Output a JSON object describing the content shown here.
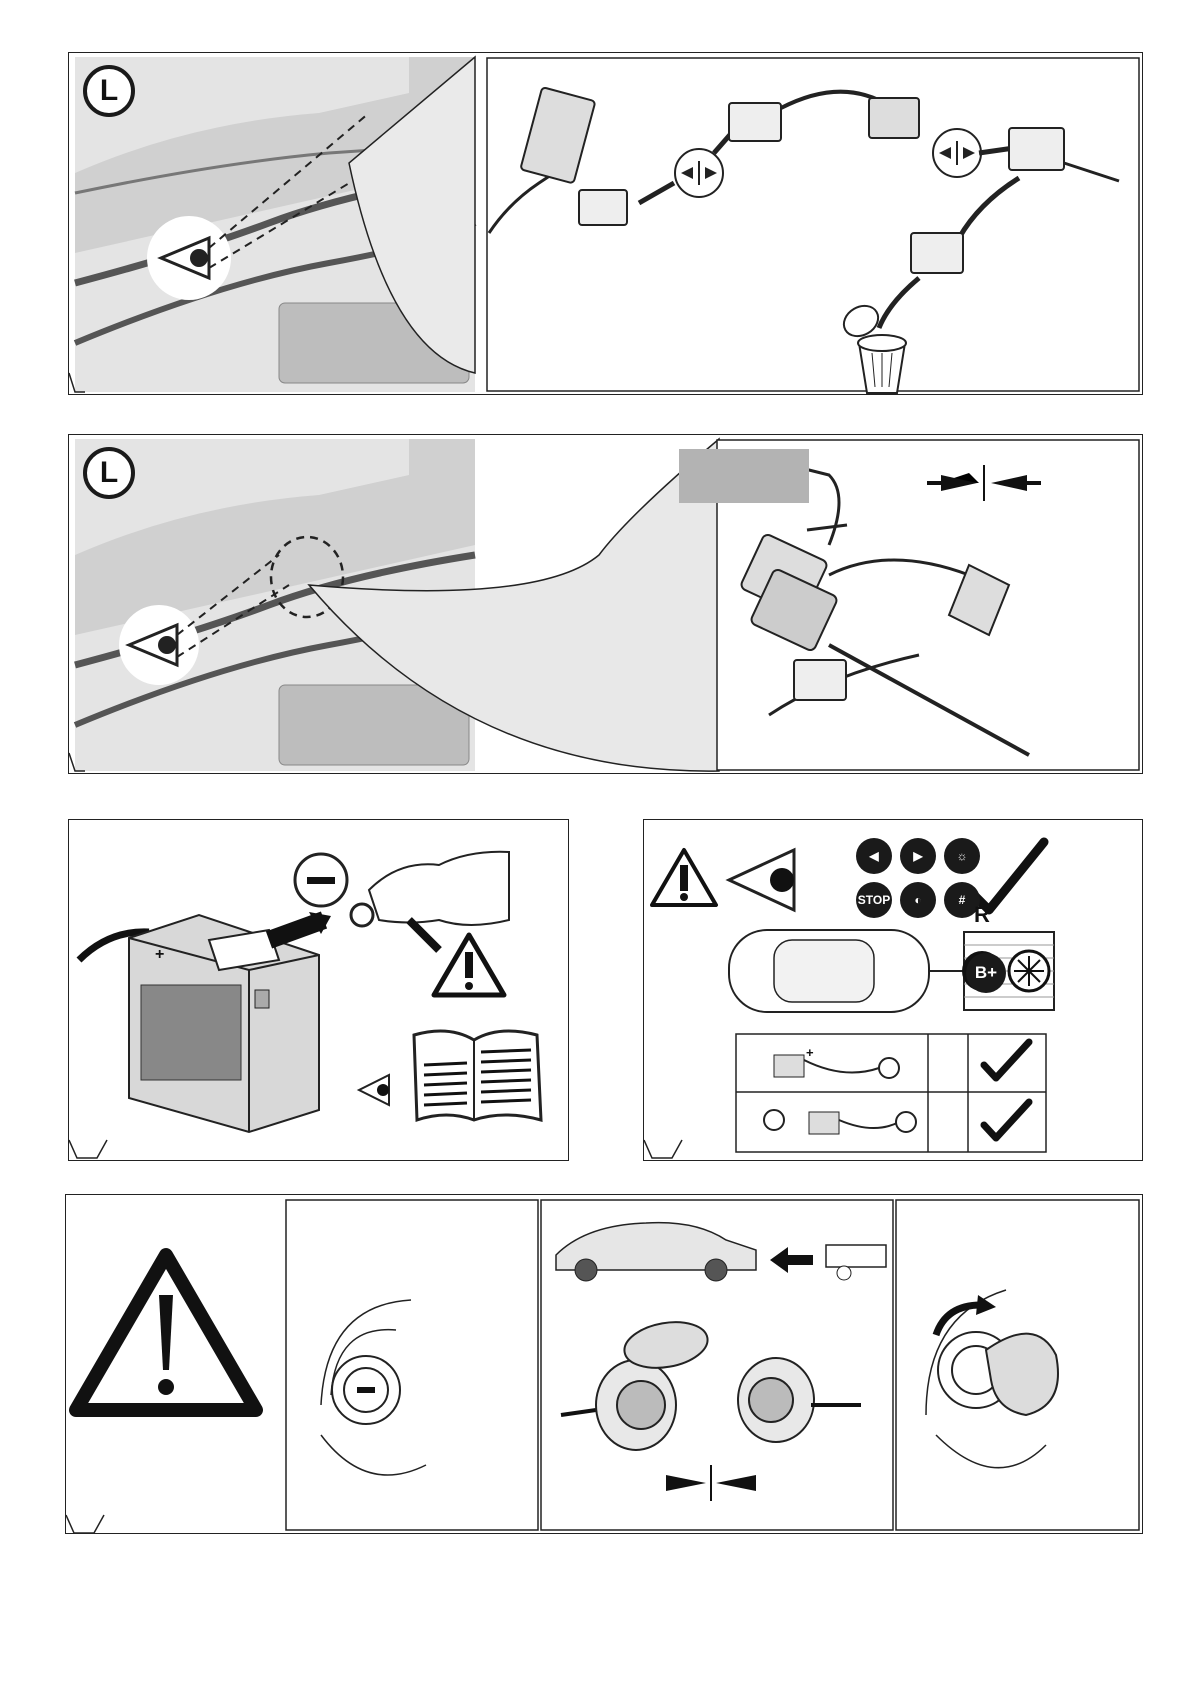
{
  "step1": {
    "badge": "L"
  },
  "step2": {
    "badge": "L"
  },
  "step3": {
    "polarity_minus": "−",
    "polarity_plus": "+"
  },
  "step4": {
    "stop_label": "STOP",
    "reverse_label": "R",
    "battery_label": "B+",
    "plus_label": "+"
  }
}
